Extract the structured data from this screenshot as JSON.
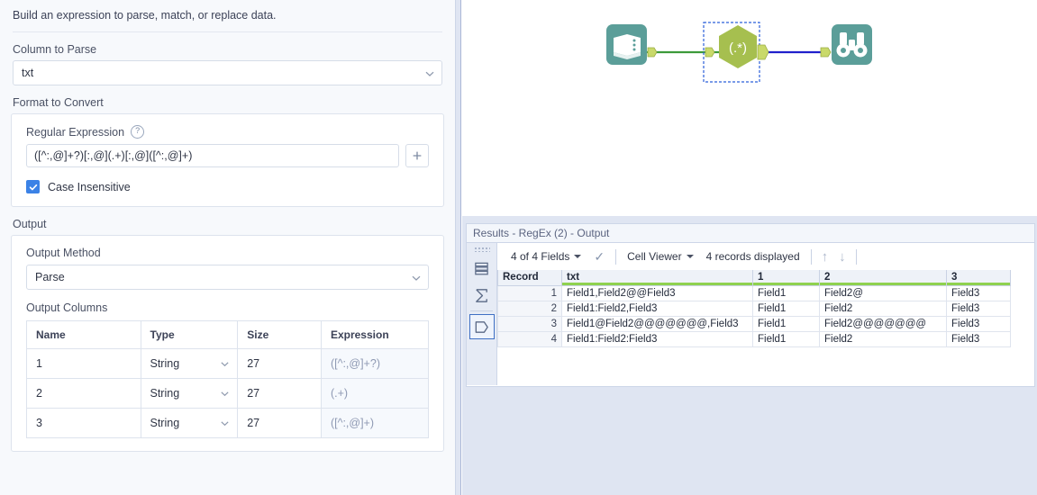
{
  "config": {
    "header_text": "Build an expression to parse, match, or replace data.",
    "column_to_parse": {
      "label": "Column to Parse",
      "value": "txt"
    },
    "format_to_convert": {
      "label": "Format to Convert",
      "regex_label": "Regular Expression",
      "help_icon": "question-mark-circle-icon",
      "regex_value": "([^:,@]+?)[:,@](.+)[:,@]([^:,@]+)",
      "add_button_label": "+",
      "case_insensitive_label": "Case Insensitive",
      "case_insensitive_checked": true
    },
    "output": {
      "label": "Output",
      "method_label": "Output Method",
      "method_value": "Parse",
      "columns_label": "Output Columns",
      "columns_headers": [
        "Name",
        "Type",
        "Size",
        "Expression"
      ],
      "columns_rows": [
        {
          "name": "1",
          "type": "String",
          "size": "27",
          "expression": "([^:,@]+?)"
        },
        {
          "name": "2",
          "type": "String",
          "size": "27",
          "expression": "(.+)"
        },
        {
          "name": "3",
          "type": "String",
          "size": "27",
          "expression": "([^:,@]+)"
        }
      ]
    }
  },
  "canvas": {
    "nodes": [
      {
        "name": "input-data-tool",
        "icon": "book-icon",
        "label": ""
      },
      {
        "name": "regex-tool",
        "icon": "hexagon-regex-icon",
        "label": "(.*)",
        "selected": true
      },
      {
        "name": "browse-tool",
        "icon": "binoculars-icon",
        "label": ""
      }
    ],
    "colors": {
      "teal": "#5b9e99",
      "green_link": "#3d9a3a",
      "blue_link": "#2020cc",
      "hex_green": "#a6bf4f",
      "connector": "#c9d96a"
    }
  },
  "results": {
    "title": "Results - RegEx (2) - Output",
    "rail_icons": [
      "data-grid-icon",
      "sigma-summary-icon",
      "output-shape-icon"
    ],
    "toolbar": {
      "fields_label": "4 of 4 Fields",
      "check_icon": "checkmark-icon",
      "cell_viewer_label": "Cell Viewer",
      "records_label": "4 records displayed",
      "up_arrow_icon": "arrow-up-icon",
      "down_arrow_icon": "arrow-down-icon"
    },
    "grid": {
      "headers": [
        "Record",
        "txt",
        "1",
        "2",
        "3"
      ],
      "rows": [
        {
          "record": "1",
          "txt": "Field1,Field2@@Field3",
          "c1": "Field1",
          "c2": "Field2@",
          "c3": "Field3"
        },
        {
          "record": "2",
          "txt": "Field1:Field2,Field3",
          "c1": "Field1",
          "c2": "Field2",
          "c3": "Field3"
        },
        {
          "record": "3",
          "txt": "Field1@Field2@@@@@@@,Field3",
          "c1": "Field1",
          "c2": "Field2@@@@@@@",
          "c3": "Field3"
        },
        {
          "record": "4",
          "txt": "Field1:Field2:Field3",
          "c1": "Field1",
          "c2": "Field2",
          "c3": "Field3"
        }
      ],
      "accent_color": "#8fd14f"
    }
  }
}
